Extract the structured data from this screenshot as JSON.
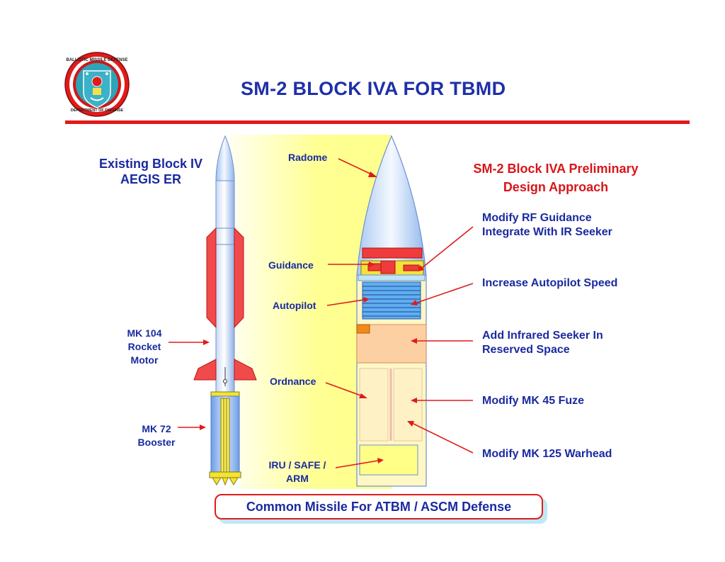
{
  "header": {
    "title": "SM-2 BLOCK IVA FOR TBMD",
    "seal": {
      "text_top": "BALLISTIC MISSILE DEFENSE",
      "text_bottom": "DEPARTMENT OF DEFENSE"
    }
  },
  "left_missile": {
    "heading_line1": "Existing Block IV",
    "heading_line2": "AEGIS ER",
    "labels": [
      {
        "line1": "MK 104",
        "line2": "Rocket",
        "line3": "Motor"
      },
      {
        "line1": "MK 72",
        "line2": "Booster"
      }
    ]
  },
  "section_labels": {
    "radome": "Radome",
    "guidance": "Guidance",
    "autopilot": "Autopilot",
    "ordnance": "Ordnance",
    "iru_line1": "IRU / SAFE /",
    "iru_line2": "ARM"
  },
  "right_panel": {
    "heading_line1": "SM-2 Block IVA Preliminary",
    "heading_line2": "Design Approach",
    "callouts": [
      {
        "line1": "Modify RF Guidance",
        "line2": "Integrate With IR Seeker"
      },
      {
        "line1": "Increase Autopilot Speed"
      },
      {
        "line1": "Add Infrared Seeker In",
        "line2": "Reserved Space"
      },
      {
        "line1": "Modify MK 45 Fuze"
      },
      {
        "line1": "Modify MK 125 Warhead"
      }
    ]
  },
  "footer": {
    "banner": "Common Missile For ATBM / ASCM Defense"
  },
  "colors": {
    "title_blue": "#1f2fa8",
    "label_blue": "#1a2aa0",
    "accent_red": "#e01b1b",
    "yellow_fill": "#ffff66"
  }
}
